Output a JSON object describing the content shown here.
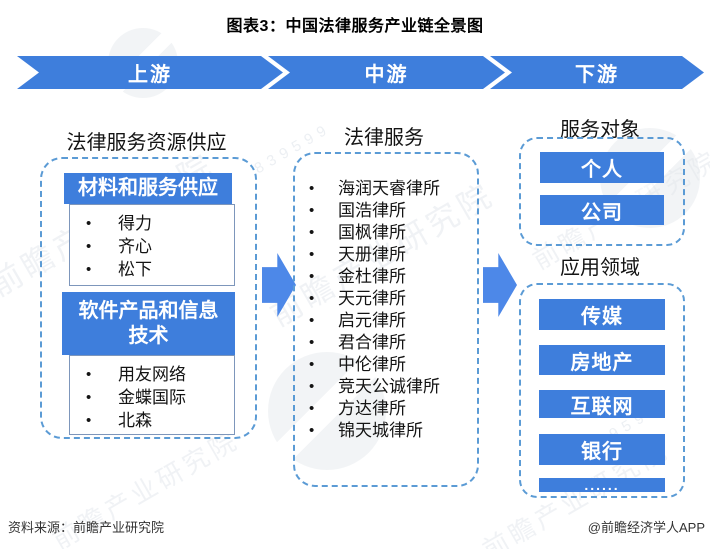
{
  "title": "图表3：中国法律服务产业链全景图",
  "chevrons": [
    {
      "label": "上游"
    },
    {
      "label": "中游"
    },
    {
      "label": "下游"
    }
  ],
  "upstream": {
    "heading": "法律服务资源供应",
    "groups": [
      {
        "header": "材料和服务供应",
        "items": [
          "得力",
          "齐心",
          "松下"
        ]
      },
      {
        "header": "软件产品和信息技术",
        "items": [
          "用友网络",
          "金蝶国际",
          "北森"
        ]
      }
    ]
  },
  "midstream": {
    "heading": "法律服务",
    "items": [
      "海润天睿律所",
      "国浩律所",
      "国枫律所",
      "天册律所",
      "金杜律所",
      "天元律所",
      "启元律所",
      "君合律所",
      "中伦律所",
      "竞天公诚律所",
      "方达律所",
      "锦天城律所"
    ]
  },
  "downstream": {
    "targets": {
      "heading": "服务对象",
      "items": [
        "个人",
        "公司"
      ]
    },
    "fields": {
      "heading": "应用领域",
      "items": [
        "传媒",
        "房地产",
        "互联网",
        "银行",
        "......"
      ]
    }
  },
  "footer": {
    "source": "资料来源：前瞻产业研究院",
    "credit": "@前瞻经济学人APP"
  },
  "watermark": {
    "text": "前瞻产业研究院",
    "digits": "839599"
  },
  "ui": {
    "bullet": "•"
  },
  "colors": {
    "primary_blue": "#3e7edc",
    "arrow_blue": "#4d88e8",
    "dashed_border": "#5b9bd5"
  }
}
